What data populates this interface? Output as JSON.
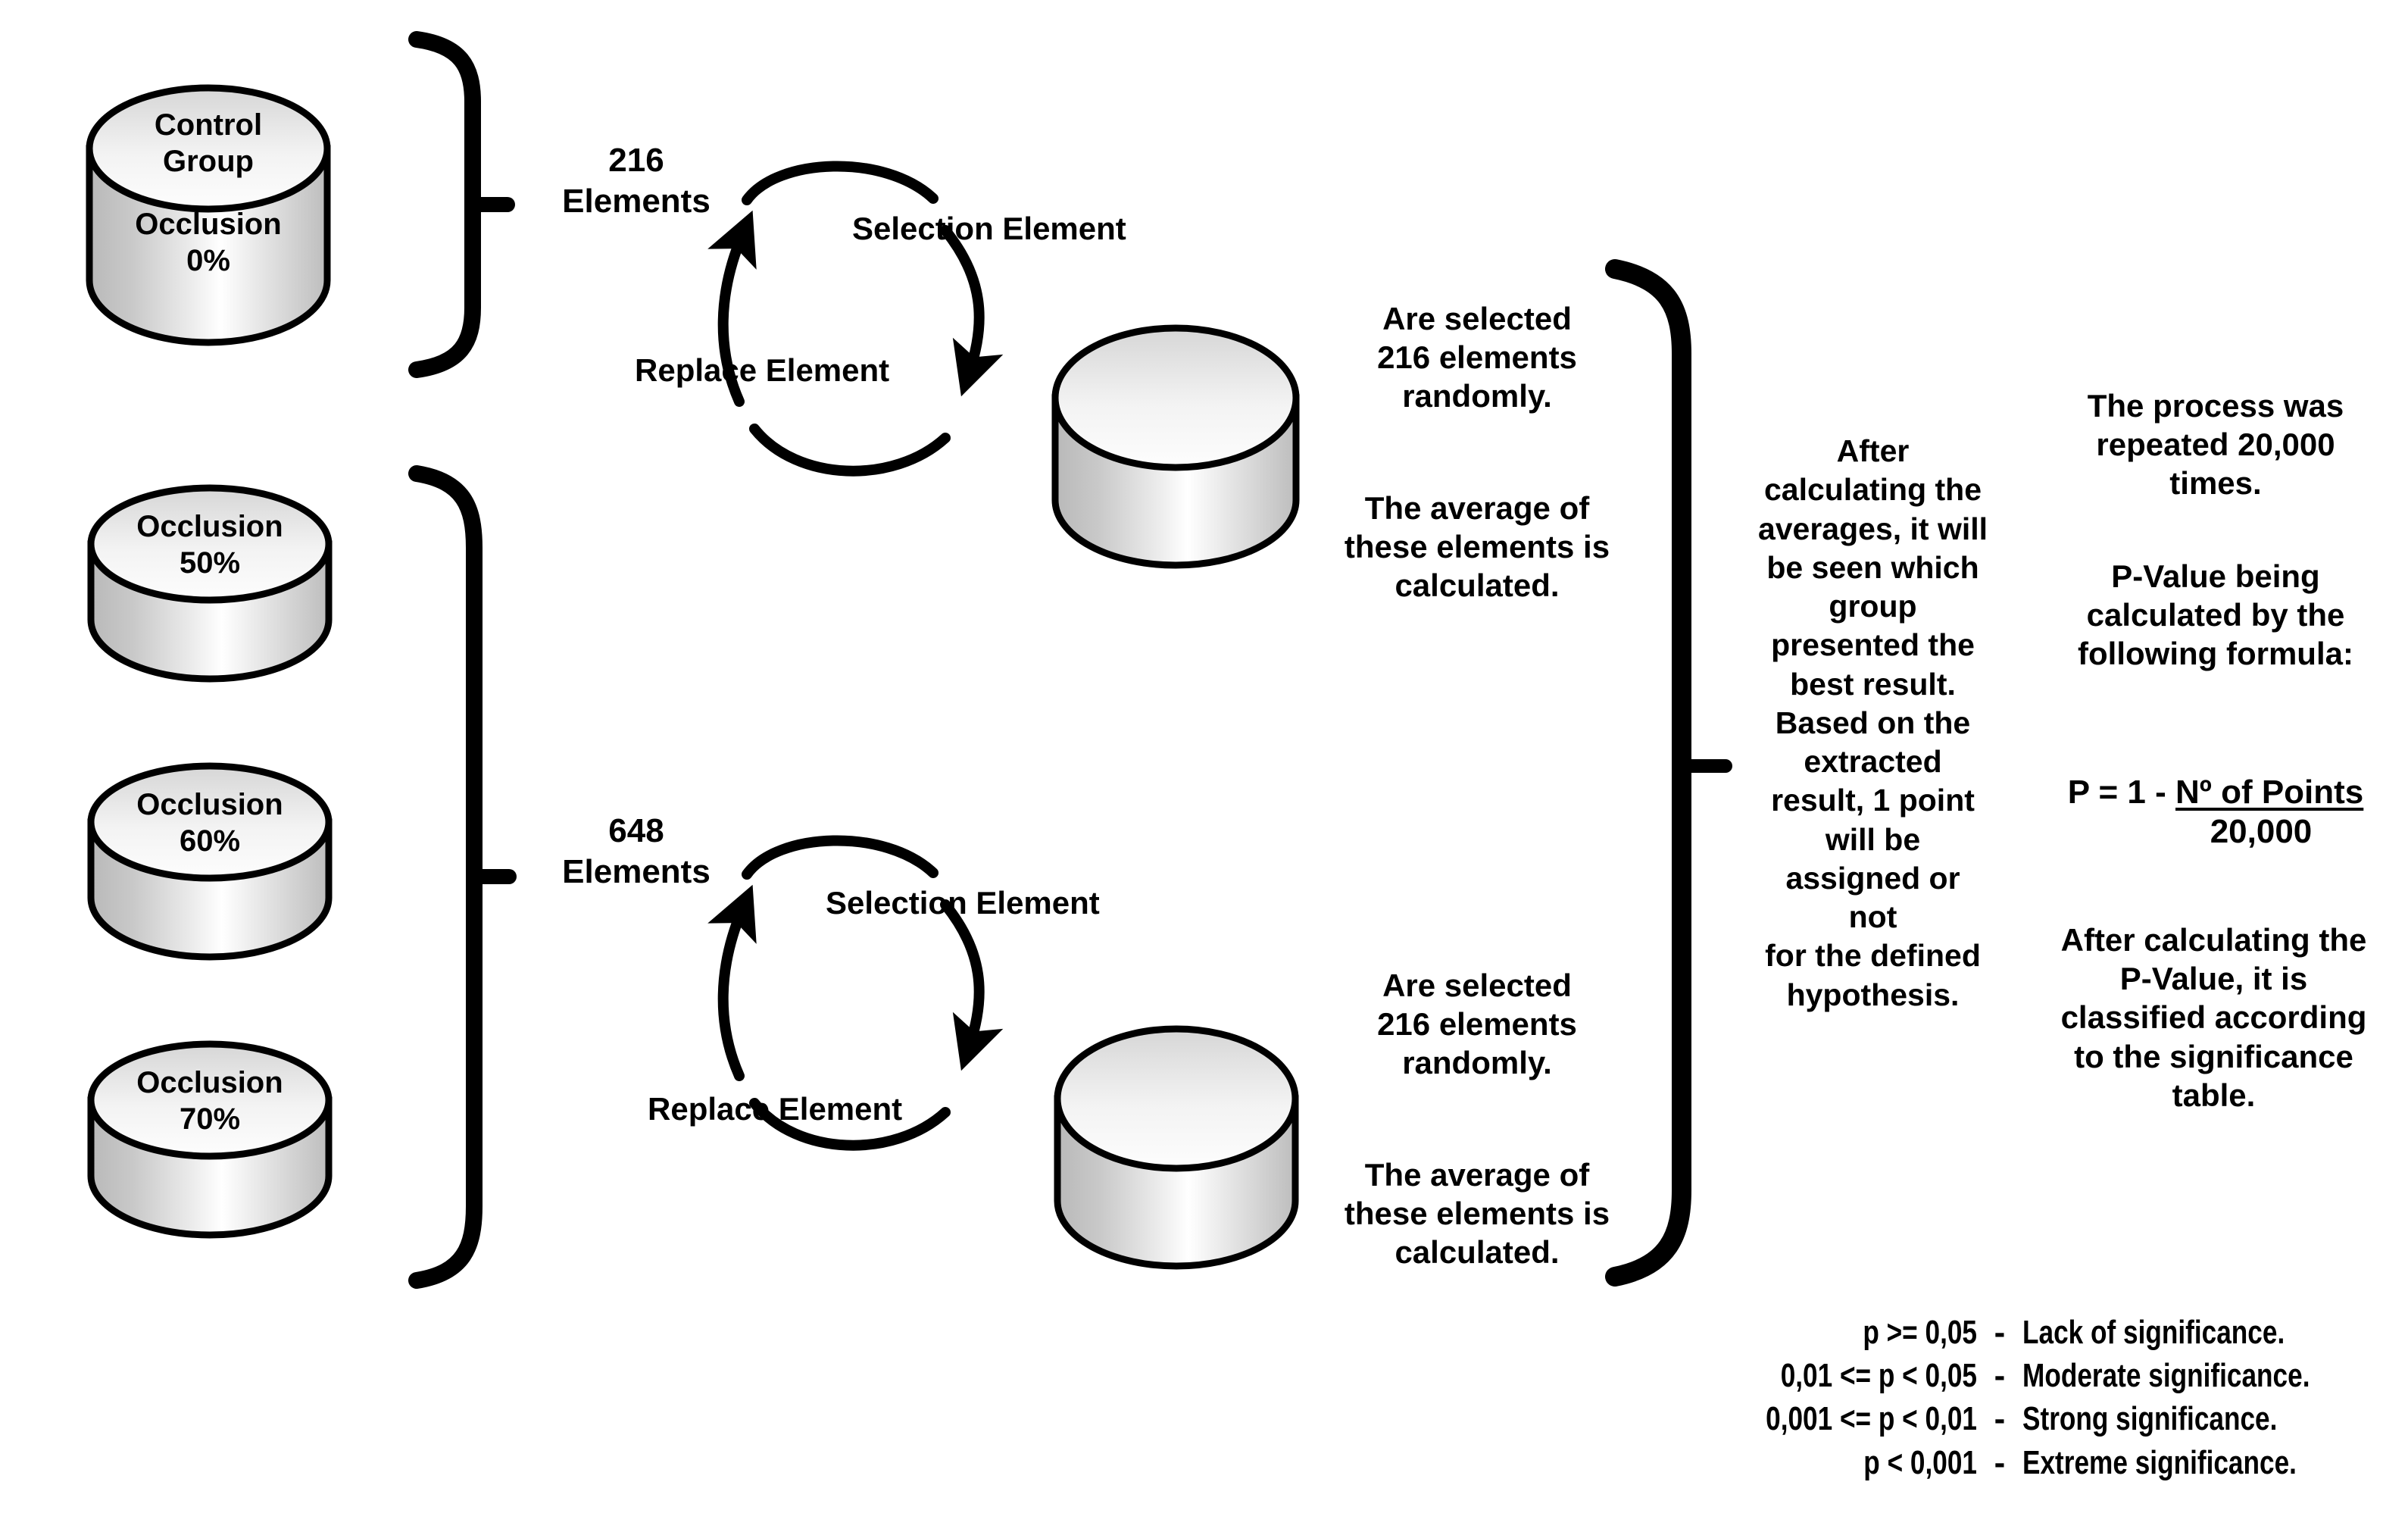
{
  "diagram": {
    "title_text": "Bootstrap resampling significance-testing workflow",
    "groups": [
      {
        "id": "control",
        "line1": "Control",
        "line2": "Group",
        "line3": "Occlusion",
        "line4": "0%"
      },
      {
        "id": "occ50",
        "line1": "Occlusion",
        "line2": "50%"
      },
      {
        "id": "occ60",
        "line1": "Occlusion",
        "line2": "60%"
      },
      {
        "id": "occ70",
        "line1": "Occlusion",
        "line2": "70%"
      }
    ],
    "braces": {
      "top_label": "216\nElements",
      "bottom_label": "648\nElements"
    },
    "cycles": [
      {
        "id": "cycle-top",
        "selection": "Selection Element",
        "replace": "Replace Element"
      },
      {
        "id": "cycle-bottom",
        "selection": "Selection Element",
        "replace": "Replace Element"
      }
    ],
    "sample_notes": [
      {
        "id": "note-top-a",
        "text": "Are selected\n216 elements\nrandomly."
      },
      {
        "id": "note-top-b",
        "text": "The average of\nthese elements is\ncalculated."
      },
      {
        "id": "note-bottom-a",
        "text": "Are selected\n216 elements\nrandomly."
      },
      {
        "id": "note-bottom-b",
        "text": "The average of\nthese elements is\ncalculated."
      }
    ],
    "compare_note": "After\ncalculating the\naverages, it will\nbe seen which\ngroup\npresented the\nbest result.\nBased on the\nextracted\nresult, 1 point\nwill be\nassigned or not\nfor the defined\nhypothesis.",
    "repeat_note": "The process was\nrepeated 20,000\ntimes.",
    "pvalue_note": "P-Value being\ncalculated by the\nfollowing formula:",
    "formula": {
      "lhs": "P = 1 - ",
      "numerator": "Nº of Points",
      "denominator": "20,000"
    },
    "classify_note": "After calculating the\nP-Value, it is\nclassified according\nto the significance\ntable.",
    "significance_table": {
      "rows": [
        {
          "condition": "p >= 0,05",
          "dash": "-",
          "description": "Lack of significance."
        },
        {
          "condition": "0,01 <= p < 0,05",
          "dash": "-",
          "description": "Moderate significance."
        },
        {
          "condition": "0,001 <= p < 0,01",
          "dash": "-",
          "description": "Strong significance."
        },
        {
          "condition": "p < 0,001",
          "dash": "-",
          "description": "Extreme significance."
        }
      ]
    },
    "colors": {
      "stroke": "#000000",
      "background": "#ffffff",
      "cylinder_top_light": "#fdfdfd",
      "cylinder_top_dark": "#d4d4d4",
      "cylinder_body_dark": "#bfbfbf",
      "cylinder_body_light": "#ffffff"
    }
  }
}
